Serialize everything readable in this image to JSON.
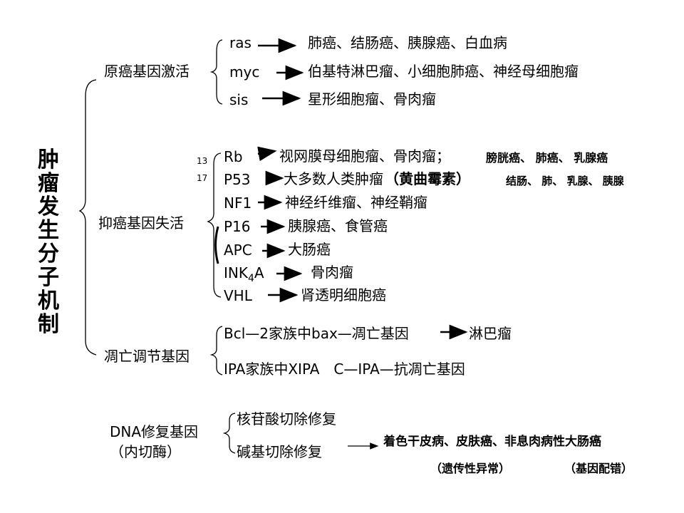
{
  "title": "肿瘤发生分子机制",
  "sections": {
    "oncogene": {
      "label": "原癌基因激活",
      "items": [
        {
          "gene": "ras",
          "diseases": "肺癌、结肠癌、胰腺癌、白血病"
        },
        {
          "gene": "myc",
          "diseases": "伯基特淋巴瘤、小细胞肺癌、神经母细胞瘤"
        },
        {
          "gene": "sis",
          "diseases": "星形细胞瘤、骨肉瘤"
        }
      ]
    },
    "suppressor": {
      "label": "抑癌基因失活",
      "chromosome_notes": [
        "13",
        "17"
      ],
      "items": [
        {
          "gene": "Rb",
          "diseases": "视网膜母细胞瘤、骨肉瘤；",
          "extra": "膀胱癌、 肺癌、 乳腺癌"
        },
        {
          "gene": "P53",
          "diseases": "大多数人类肿瘤",
          "note": "（黄曲霉素）",
          "extra": "结肠、 肺、 乳腺、 胰腺"
        },
        {
          "gene": "NF1",
          "diseases": "神经纤维瘤、神经鞘瘤"
        },
        {
          "gene": "P16",
          "diseases": "胰腺癌、食管癌"
        },
        {
          "gene": "APC",
          "diseases": "大肠癌"
        },
        {
          "gene_main": "INK",
          "gene_sub": "4",
          "gene_tail": "A",
          "diseases": "骨肉瘤"
        },
        {
          "gene": "VHL",
          "diseases": "肾透明细胞癌"
        }
      ]
    },
    "apoptosis": {
      "label": "凋亡调节基因",
      "items": [
        {
          "text": "Bcl—2家族中bax—凋亡基因",
          "result": "淋巴瘤"
        },
        {
          "text": "IPA家族中XIPA　C—IPA—抗凋亡基因"
        }
      ]
    },
    "dna_repair": {
      "label": "DNA修复基因",
      "sublabel": "（内切酶）",
      "items": [
        "核苷酸切除修复",
        "碱基切除修复"
      ],
      "result": "着色干皮病、皮肤癌、非息肉病性大肠癌",
      "notes": [
        "（遗传性异常）",
        "（基因配错）"
      ]
    }
  }
}
